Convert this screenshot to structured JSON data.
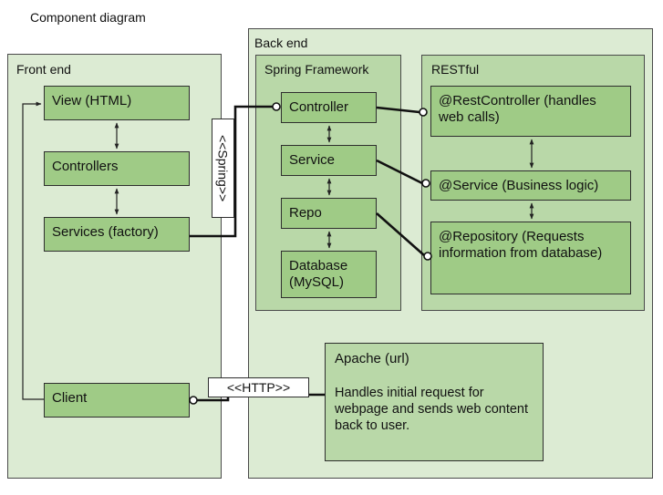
{
  "title": "Component diagram",
  "front_end": {
    "label": "Front end",
    "view": "View (HTML)",
    "controllers": "Controllers",
    "services": "Services (factory)",
    "client": "Client"
  },
  "back_end": {
    "label": "Back end",
    "spring": {
      "label": "Spring Framework",
      "controller": "Controller",
      "service": "Service",
      "repo": "Repo",
      "database": "Database (MySQL)"
    },
    "restful": {
      "label": "RESTful",
      "rest_controller": "@RestController (handles web calls)",
      "service": "@Service (Business logic)",
      "repository": "@Repository (Requests information from database)"
    },
    "apache": {
      "label": "Apache (url)",
      "description": "Handles initial request for webpage and sends web content back to user."
    }
  },
  "connectors": {
    "spring": "<<Spring>>",
    "http": "<<HTTP>>"
  }
}
